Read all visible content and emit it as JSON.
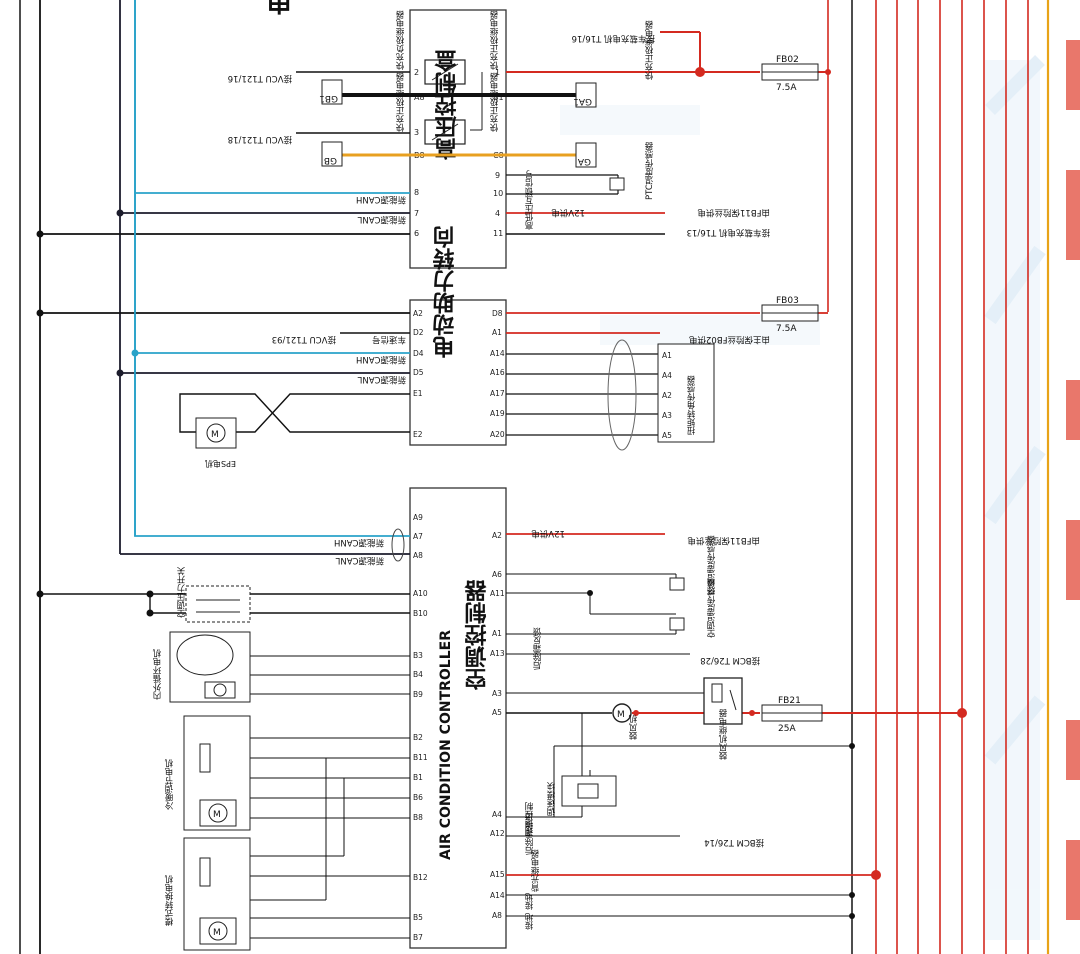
{
  "top_fragment": "电",
  "modules": {
    "hv_box": {
      "title": "高压控制盒",
      "relay1_left": "快充负极继电器",
      "relay1_right": "快充正极继电器",
      "relay2_left": "快充正极继电器",
      "relay2_right": "快充正极继电器",
      "pin_2": "2",
      "pin_A8": "A8",
      "pin_3": "3",
      "pin_B8": "B8",
      "pin_1": "1",
      "pin_B1": "B1",
      "pin_C8": "C8",
      "pin_9": "9",
      "pin_10": "10",
      "pin_4": "4",
      "pin_11": "11",
      "pin_8": "8",
      "pin_7": "7",
      "pin_6": "6"
    },
    "eps": {
      "title": "电动助力转向",
      "pins_left": [
        "A2",
        "D2",
        "D4",
        "D5",
        "E1",
        "E2"
      ],
      "pins_right": [
        "D8",
        "A1",
        "A14",
        "A16",
        "A17",
        "A19",
        "A20"
      ]
    },
    "ac": {
      "title_cn": "空调控制器",
      "title_en": "AIR CONDITION CONTROLLER",
      "pins_left": [
        "A9",
        "A7",
        "A8",
        "A10",
        "B10",
        "B3",
        "B4",
        "B9",
        "B2",
        "B11",
        "B1",
        "B6",
        "B8",
        "B12",
        "B5",
        "B7"
      ],
      "pins_right": [
        "A2",
        "A6",
        "A11",
        "A1",
        "A13",
        "A3",
        "A5",
        "A4",
        "A12",
        "A15",
        "A14",
        "A8"
      ]
    }
  },
  "labels": {
    "vcu_t121_16": "接VCU T121/16",
    "vcu_t121_18": "接VCU T121/18",
    "vcu_t121_93": "接VCU T121/93",
    "canh": "新能源CANH",
    "canl": "新能源CANL",
    "veh_speed": "车速信号",
    "ga1": "GA1",
    "gb1": "GB1",
    "ga": "GA",
    "gb": "GB",
    "ptc_sensor": "PTC温度传感器",
    "t16_16": "接车载充电机 T16/16",
    "t16_13": "接车载充电机 T16/13",
    "hv_interlock": "高低压互锁信号",
    "v12_supply": "12V供电",
    "from_fb11": "由FB11保险丝供电",
    "from_fb02": "由主保险丝FB02供电",
    "relay_sup": "快充正极继电器",
    "torque_sensor": "扭矩转角传感器",
    "ts_pins": [
      "A1",
      "A4",
      "A2",
      "A3",
      "A5"
    ],
    "eps_motor": "EPS电机",
    "ac_pressure": "空调压力开关",
    "recirc_motor": "内外循环电机",
    "cold_air_motor": "冷暖调节电机",
    "mode_motor": "模式转换电机",
    "ambient_sensor": "环境温度传感器",
    "evap_sensor": "空调温度传感器",
    "bcm_t26_28": "接BCM T26/28",
    "rear_defrost": "后除霜反馈",
    "blower": "鼓风机",
    "blower_relay": "鼓风机继电器",
    "speed_module": "调速模块",
    "speed_signal": "调速控制",
    "bcm_t26_14": "接BCM T26/14",
    "rear_defrost_out": "后除霜输出",
    "backlight_relay": "背光继电器",
    "ground1": "接地",
    "ground2": "接地"
  },
  "fuses": [
    {
      "id": "FB02",
      "rating": "7.5A"
    },
    {
      "id": "FB03",
      "rating": "7.5A"
    },
    {
      "id": "FB21",
      "rating": "25A"
    }
  ],
  "wire_colors": {
    "power": "#d42a20",
    "can_h": "#2aa3c9",
    "can_l": "#1c1c2c",
    "ground": "#111111",
    "hv_interlock": "#e8a020",
    "frame": "#222222",
    "watermark": "#cfe3f3",
    "bar": "#e8a317"
  }
}
